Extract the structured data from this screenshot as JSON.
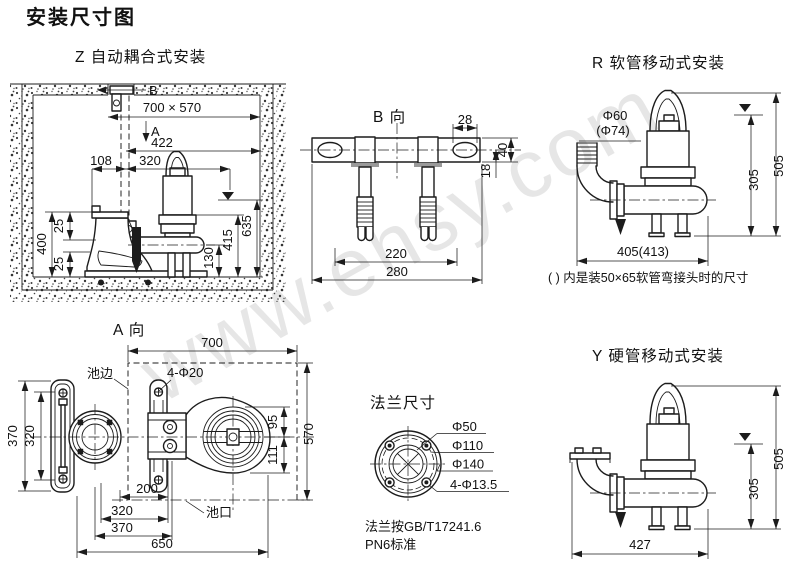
{
  "title": "安装尺寸图",
  "watermark": "www.ehsy.com",
  "z": {
    "title": "Z  自动耦合式安装",
    "label_b": "B",
    "label_a": "A",
    "dim_opening": "700 × 570",
    "dim_422": "422",
    "dim_108": "108",
    "dim_320": "320",
    "dim_635": "635",
    "dim_415": "415",
    "dim_130": "130",
    "dim_400": "400",
    "dim_25a": "25",
    "dim_25b": "25"
  },
  "b": {
    "title": "B 向",
    "dim_28": "28",
    "dim_40": "40",
    "dim_18": "18",
    "dim_220": "220",
    "dim_280": "280"
  },
  "r": {
    "title": "R  软管移动式安装",
    "dim_d60": "Φ60",
    "dim_d74": "(Φ74)",
    "dim_505": "505",
    "dim_305": "305",
    "dim_width": "405(413)",
    "note": "( ) 内是装50×65软管弯接头时的尺寸"
  },
  "a": {
    "title": "A 向",
    "pool_edge": "池边",
    "holes": "4-Φ20",
    "pool_mouth": "池口",
    "dim_700": "700",
    "dim_370_l": "370",
    "dim_320_l": "320",
    "dim_95": "95",
    "dim_111": "111",
    "dim_570": "570",
    "dim_200": "200",
    "dim_320_b": "320",
    "dim_370_b": "370",
    "dim_650": "650"
  },
  "f": {
    "title": "法兰尺寸",
    "d50": "Φ50",
    "d110": "Φ110",
    "d140": "Φ140",
    "holes": "4-Φ13.5",
    "note1": "法兰按GB/T17241.6",
    "note2": "PN6标准"
  },
  "y": {
    "title": "Y  硬管移动式安装",
    "dim_505": "505",
    "dim_305": "305",
    "dim_427": "427"
  }
}
